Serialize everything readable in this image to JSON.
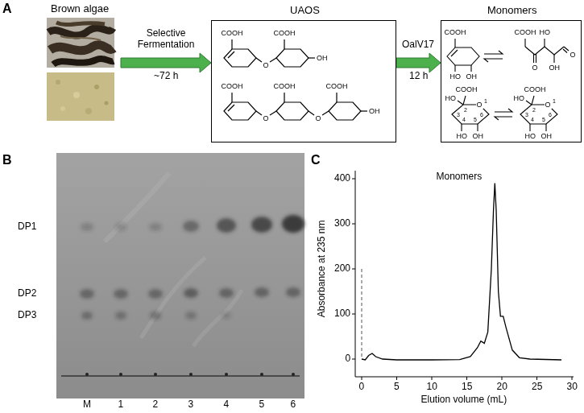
{
  "diagram": {
    "nodes": [
      {
        "text": [
          "Brown algae"
        ]
      },
      {
        "text": [
          "UAOS"
        ]
      },
      {
        "text": [
          "Monomers"
        ]
      }
    ],
    "edges": [
      {
        "from": 0,
        "to": 1,
        "arrow": "to",
        "label": "Selective Fermentation"
      },
      {
        "from": 1,
        "to": 2,
        "arrow": "to",
        "label": "OalV17"
      }
    ],
    "labels": [
      "A",
      "~72 h",
      "12 h",
      "COOH",
      "COOH",
      "O",
      "OH",
      "COOH",
      "COOH",
      "COOH",
      "O",
      "O",
      "OH",
      "COOH",
      "HO",
      "OH",
      "COOH",
      "HO",
      "O",
      "OH",
      "O",
      "COOH",
      "HO",
      "O",
      "HO",
      "OH",
      "1",
      "2",
      "3",
      "4",
      "5",
      "6",
      "COOH",
      "HO",
      "O",
      "HO",
      "OH",
      "1",
      "2",
      "3",
      "4",
      "5",
      "6",
      "B",
      "DP1",
      "DP2",
      "DP3",
      "M",
      "1",
      "2",
      "3",
      "4",
      "5",
      "6",
      "C",
      "Monomers",
      "400",
      "300",
      "200",
      "100",
      "0",
      "0",
      "5",
      "10",
      "15",
      "20",
      "25",
      "30",
      "Absorbance at 235 nm",
      "Elution volume (mL)"
    ]
  }
}
